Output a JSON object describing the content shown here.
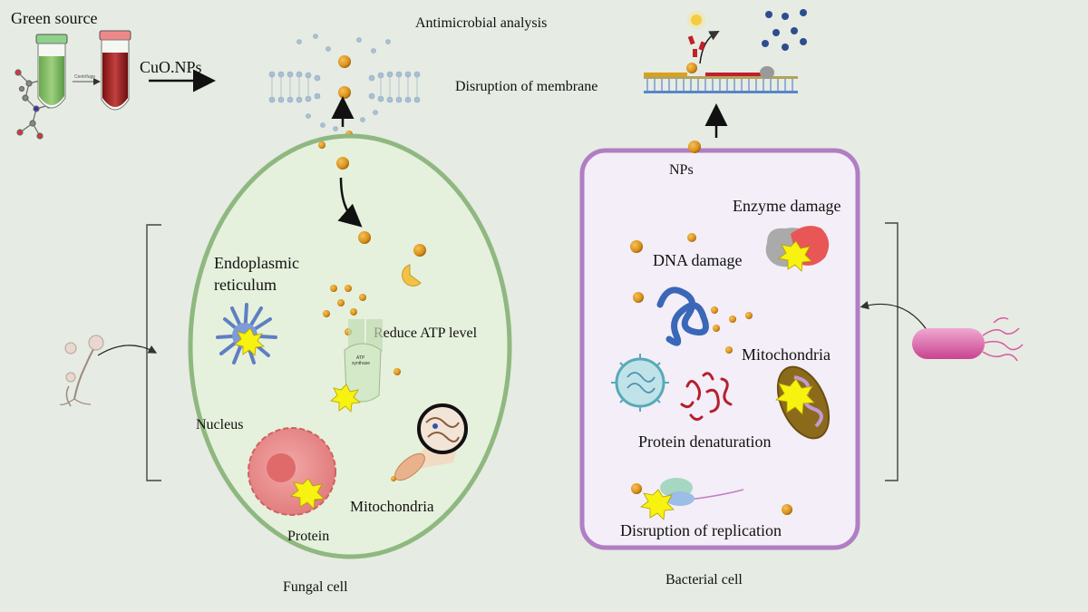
{
  "labels": {
    "green_source": "Green source",
    "cuo_nps": "CuO.NPs",
    "antimicrobial_analysis": "Antimicrobial analysis",
    "disruption_of_membrane": "Disruption of membrane",
    "fungal_cell": "Fungal cell",
    "bacterial_cell": "Bacterial cell",
    "nps": "NPs",
    "endoplasmic_line1": "Endoplasmic",
    "endoplasmic_line2": "reticulum",
    "reduce_atp_level": "Reduce ATP level",
    "atp_synthase_line1": "ATP",
    "atp_synthase_line2": "synthase",
    "nucleus": "Nucleus",
    "protein": "Protein",
    "mitochondria_fungal": "Mitochondria",
    "enzyme_damage": "Enzyme damage",
    "dna_damage": "DNA damage",
    "mitochondria_bacterial": "Mitochondria",
    "protein_denaturation": "Protein denaturation",
    "disruption_of_replication": "Disruption of replication",
    "centrifuge": "Centrifuge"
  },
  "colors": {
    "background": "#e6ebe3",
    "fungal_cell_border": "#8fb880",
    "fungal_cell_fill": "#e5f1dc",
    "bacterial_cell_border": "#b07ec4",
    "bacterial_cell_fill": "#f3eef7",
    "nanoparticle": "#d9901a",
    "damage_star": "#f7f20f",
    "membrane": "#a9bfd4"
  },
  "icons": [
    "centrifuge-tube-icon",
    "molecule-icon",
    "arrow-icon",
    "nanoparticle-icon",
    "membrane-icon",
    "dna-strand-icon",
    "fungus-icon",
    "bacterium-icon",
    "damage-star-icon",
    "mitochondria-icon",
    "endoplasmic-reticulum-icon",
    "nucleus-icon",
    "atp-synthase-icon",
    "enzyme-icon",
    "dna-coil-icon",
    "virus-icon",
    "ribosome-icon",
    "bracket-icon"
  ]
}
